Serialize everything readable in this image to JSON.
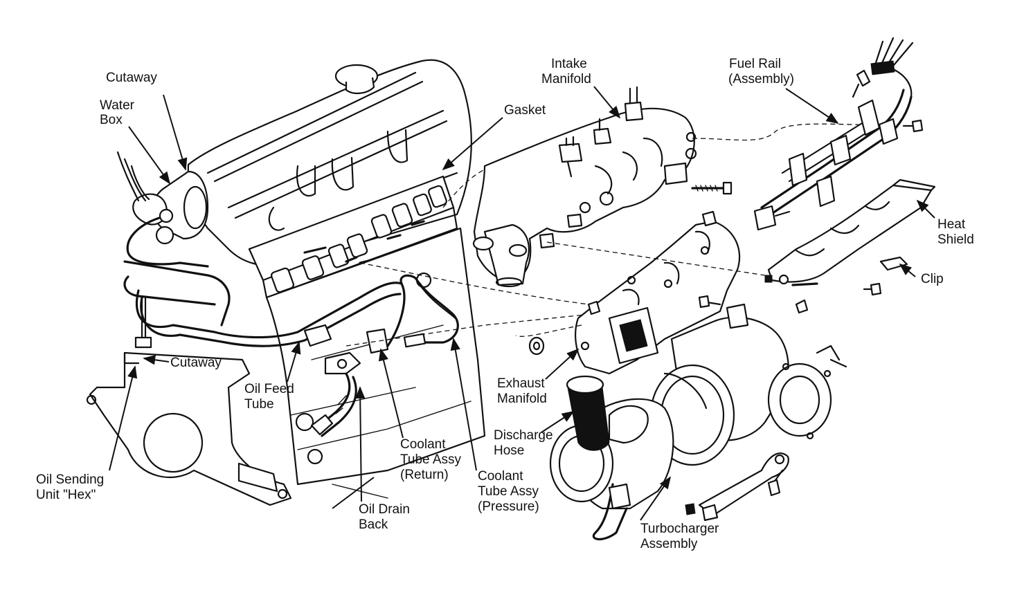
{
  "diagram": {
    "labels": {
      "cutaway_top": [
        "Cutaway"
      ],
      "water_box": [
        "Water",
        "Box"
      ],
      "intake_manifold": [
        "Intake",
        "Manifold"
      ],
      "fuel_rail": [
        "Fuel Rail",
        "(Assembly)"
      ],
      "gasket": [
        "Gasket"
      ],
      "heat_shield": [
        "Heat",
        "Shield"
      ],
      "clip": [
        "Clip"
      ],
      "cutaway_bottom": [
        "Cutaway"
      ],
      "oil_feed_tube": [
        "Oil Feed",
        "Tube"
      ],
      "exhaust_manifold": [
        "Exhaust",
        "Manifold"
      ],
      "discharge_hose": [
        "Discharge",
        "Hose"
      ],
      "coolant_tube_return": [
        "Coolant",
        "Tube Assy",
        "(Return)"
      ],
      "coolant_tube_pressure": [
        "Coolant",
        "Tube Assy",
        "(Pressure)"
      ],
      "oil_sending_unit": [
        "Oil Sending",
        "Unit \"Hex\""
      ],
      "oil_drain_back": [
        "Oil Drain",
        "Back"
      ],
      "turbocharger_assembly": [
        "Turbocharger",
        "Assembly"
      ]
    }
  }
}
